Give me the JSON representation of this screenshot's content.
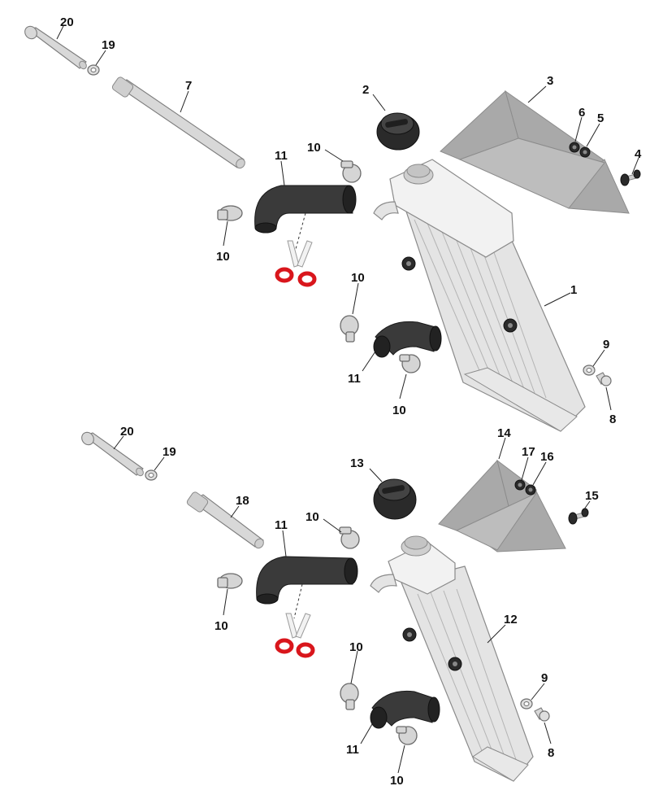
{
  "diagram": {
    "colors": {
      "callout_text": "#111111",
      "metal_light": "#e4e4e4",
      "bracket": "#a9a9a9",
      "hose": "#3a3a3a",
      "scissors_handle": "#d9161c"
    },
    "icons": [
      "radiator",
      "radiator-cap",
      "bracket",
      "coolant-hose",
      "hose-clamp",
      "rod",
      "bolt",
      "washer",
      "scissors-cut-icon"
    ],
    "upper_assembly": {
      "callouts": {
        "p20": "20",
        "p19": "19",
        "p7": "7",
        "p2": "2",
        "p3": "3",
        "p6": "6",
        "p5": "5",
        "p4": "4",
        "p11a": "11",
        "p10a": "10",
        "p10b": "10",
        "p1": "1",
        "p10c": "10",
        "p11b": "11",
        "p10d": "10",
        "p9": "9",
        "p8": "8"
      }
    },
    "lower_assembly": {
      "callouts": {
        "p20": "20",
        "p19": "19",
        "p18": "18",
        "p13": "13",
        "p14": "14",
        "p17": "17",
        "p16": "16",
        "p15": "15",
        "p11a": "11",
        "p10a": "10",
        "p10b": "10",
        "p12": "12",
        "p10c": "10",
        "p11b": "11",
        "p10d": "10",
        "p9": "9",
        "p8": "8"
      }
    }
  }
}
